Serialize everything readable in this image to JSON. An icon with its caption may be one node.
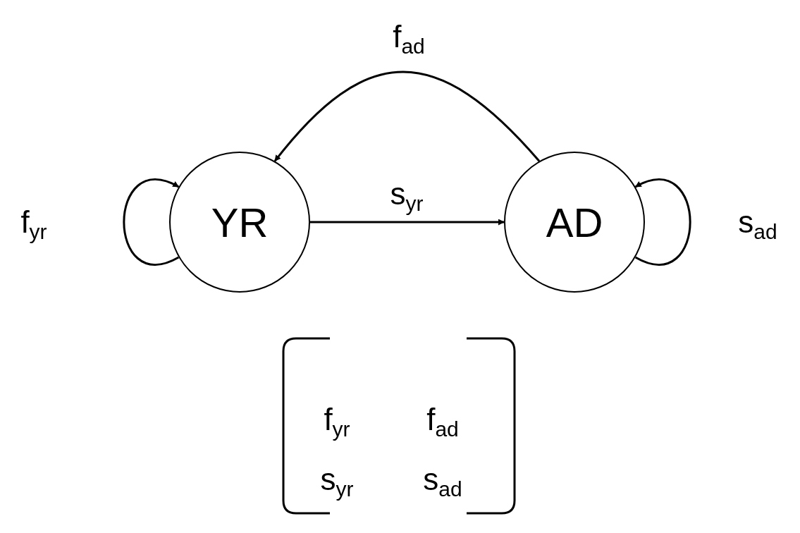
{
  "diagram": {
    "nodes": [
      {
        "text": [
          "YR"
        ]
      },
      {
        "text": [
          "AD"
        ]
      }
    ],
    "edges": [
      {
        "from": 0,
        "to": 0,
        "arrow": "to",
        "label": "f$_{yr}$"
      },
      {
        "from": 0,
        "to": 1,
        "arrow": "to",
        "label": "s$_{yr}$"
      },
      {
        "from": 1,
        "to": 0,
        "arrow": "to",
        "label": "f$_{ad}$"
      },
      {
        "from": 1,
        "to": 1,
        "arrow": "to",
        "label": "s$_{ad}$"
      }
    ],
    "labels": [
      "f$_{yr}$",
      "f$_{ad}$",
      "s$_{yr}$",
      "s$_{ad}$"
    ]
  }
}
